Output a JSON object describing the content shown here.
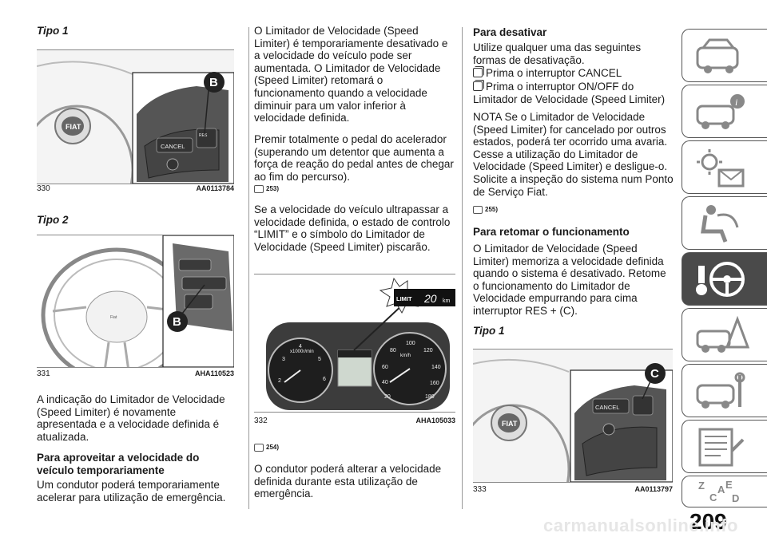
{
  "col1": {
    "tipo1_heading": "Tipo 1",
    "fig330": {
      "num": "330",
      "code": "AA0113784",
      "badge": "B",
      "cancel": "CANCEL",
      "res": "RES"
    },
    "tipo2_heading": "Tipo 2",
    "fig331": {
      "num": "331",
      "code": "AHA110523",
      "badge": "B"
    },
    "para1": "A indicação do Limitador de Velocidade (Speed Limiter) é novamente apresentada e a velocidade definida é atualizada.",
    "h_aproveitar": "Para aproveitar a velocidade do veículo temporariamente",
    "para2": "Um condutor poderá temporariamente acelerar para utilização de emergência."
  },
  "col2": {
    "para1": "O Limitador de Velocidade (Speed Limiter) é temporariamente desativado e a velocidade do veículo pode ser aumentada. O Limitador de Velocidade (Speed Limiter) retomará o funcionamento quando a velocidade diminuir para um valor inferior à velocidade definida.",
    "para2": "Premir totalmente o pedal do acelerador (superando um detentor que aumenta a força de reação do pedal antes de chegar ao fim do percurso).",
    "note253": "253)",
    "para3": "Se a velocidade do veículo ultrapassar a velocidade definida, o estado de controlo “LIMIT” e o símbolo do Limitador de Velocidade (Speed Limiter) piscarão.",
    "fig332": {
      "num": "332",
      "code": "AHA105033",
      "limit": "LIMIT",
      "speed": "20",
      "unit": "km"
    },
    "note254": "254)",
    "para4": "O condutor poderá alterar a velocidade definida durante esta utilização de emergência."
  },
  "col3": {
    "h_desativar": "Para desativar",
    "para1": "Utilize qualquer uma das seguintes formas de desativação.",
    "item1": "Prima o interruptor CANCEL",
    "item2": "Prima o interruptor ON/OFF do Limitador de Velocidade (Speed Limiter)",
    "nota": "NOTA  Se o Limitador de Velocidade (Speed Limiter) for cancelado por outros estados, poderá ter ocorrido uma avaria. Cesse a utilização do Limitador de Velocidade (Speed Limiter) e desligue-o. Solicite a inspeção do sistema num Ponto de Serviço Fiat.",
    "note255": "255)",
    "h_retomar": "Para retomar o funcionamento",
    "para2": "O Limitador de Velocidade (Speed Limiter) memoriza a velocidade definida quando o sistema é desativado. Retome o funcionamento do Limitador de Velocidade empurrando para cima interruptor RES + (C).",
    "tipo1_heading": "Tipo 1",
    "fig333": {
      "num": "333",
      "code": "AA0113797",
      "badge": "C",
      "cancel": "CANCEL"
    }
  },
  "sidebar_tabs": [
    {
      "icon": "car-dashboard-icon"
    },
    {
      "icon": "car-info-icon"
    },
    {
      "icon": "warning-lights-icon"
    },
    {
      "icon": "airbag-seat-icon"
    },
    {
      "icon": "key-steering-wheel-icon",
      "active": true
    },
    {
      "icon": "roadside-warning-icon"
    },
    {
      "icon": "car-service-icon"
    },
    {
      "icon": "specs-list-icon"
    },
    {
      "icon": "alphabet-index-icon"
    }
  ],
  "page_number": "209",
  "watermark": "carmanualsonline.info"
}
